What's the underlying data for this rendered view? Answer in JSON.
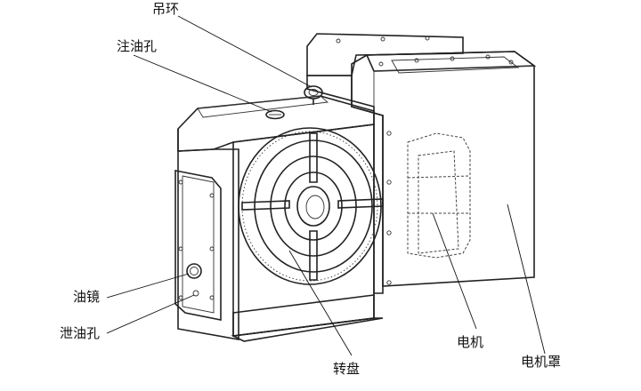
{
  "labels": {
    "lifting_ring": "吊环",
    "oil_fill_hole": "注油孔",
    "oil_sight_glass": "油镜",
    "oil_drain_hole": "泄油孔",
    "turntable": "转盘",
    "motor": "电机",
    "motor_cover": "电机罩"
  }
}
